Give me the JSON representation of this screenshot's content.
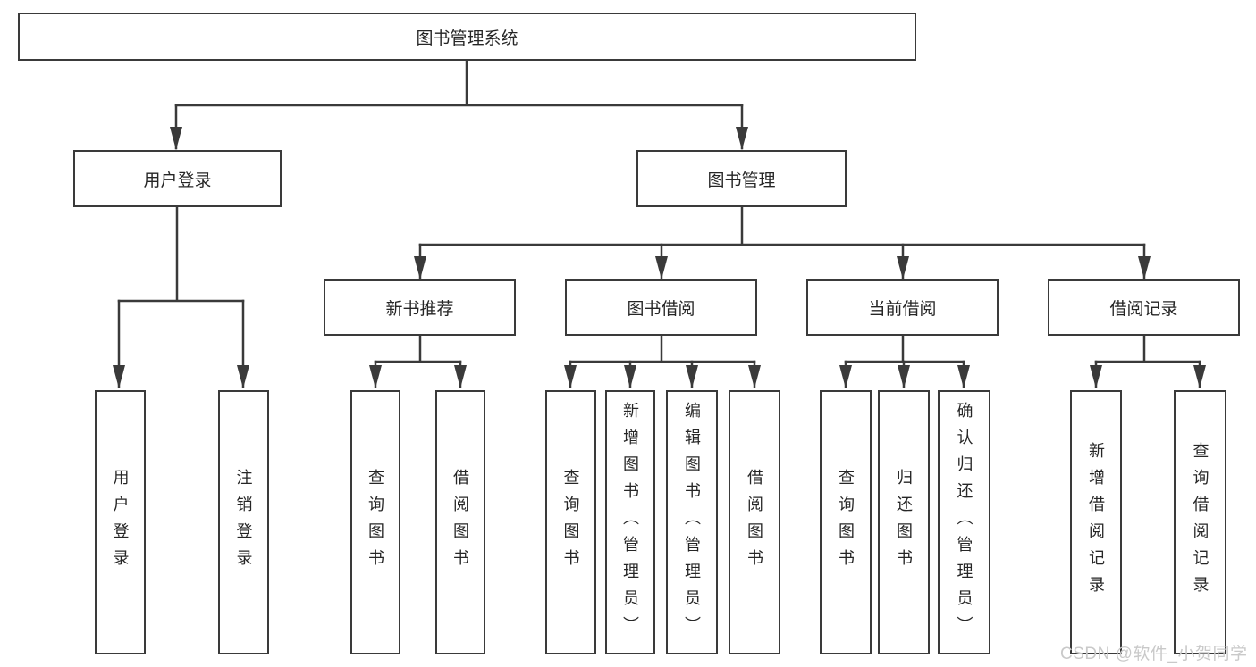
{
  "diagram": {
    "title": "图书管理系统",
    "type": "hierarchy-tree",
    "colors": {
      "line": "#3a3a3a",
      "text": "#262626",
      "background": "#ffffff",
      "watermark_color": "#c9c9c9"
    },
    "watermark": "CSDN @软件_小贺同学",
    "nodes": {
      "root": {
        "label": "图书管理系统"
      },
      "user_login": {
        "label": "用户登录"
      },
      "book_mgmt": {
        "label": "图书管理"
      },
      "login": {
        "label": "用户登录"
      },
      "logout": {
        "label": "注销登录"
      },
      "new_book_rec": {
        "label": "新书推荐"
      },
      "book_borrow": {
        "label": "图书借阅"
      },
      "current_borrow": {
        "label": "当前借阅"
      },
      "borrow_records": {
        "label": "借阅记录"
      },
      "rec_query_books": {
        "label": "查询图书"
      },
      "rec_borrow_books": {
        "label": "借阅图书"
      },
      "bb_query_books": {
        "label": "查询图书"
      },
      "bb_add_books": {
        "label": "新增图书（管理员）"
      },
      "bb_edit_books": {
        "label": "编辑图书（管理员）"
      },
      "bb_borrow_books": {
        "label": "借阅图书"
      },
      "cb_query_books": {
        "label": "查询图书"
      },
      "cb_return_books": {
        "label": "归还图书"
      },
      "cb_confirm_return": {
        "label": "确认归还（管理员）"
      },
      "br_add_record": {
        "label": "新增借阅记录"
      },
      "br_query_record": {
        "label": "查询借阅记录"
      }
    },
    "hierarchy": [
      {
        "parent": "root",
        "children": [
          "user_login",
          "book_mgmt"
        ]
      },
      {
        "parent": "user_login",
        "children": [
          "login",
          "logout"
        ]
      },
      {
        "parent": "book_mgmt",
        "children": [
          "new_book_rec",
          "book_borrow",
          "current_borrow",
          "borrow_records"
        ]
      },
      {
        "parent": "new_book_rec",
        "children": [
          "rec_query_books",
          "rec_borrow_books"
        ]
      },
      {
        "parent": "book_borrow",
        "children": [
          "bb_query_books",
          "bb_add_books",
          "bb_edit_books",
          "bb_borrow_books"
        ]
      },
      {
        "parent": "current_borrow",
        "children": [
          "cb_query_books",
          "cb_return_books",
          "cb_confirm_return"
        ]
      },
      {
        "parent": "borrow_records",
        "children": [
          "br_add_record",
          "br_query_record"
        ]
      }
    ]
  }
}
